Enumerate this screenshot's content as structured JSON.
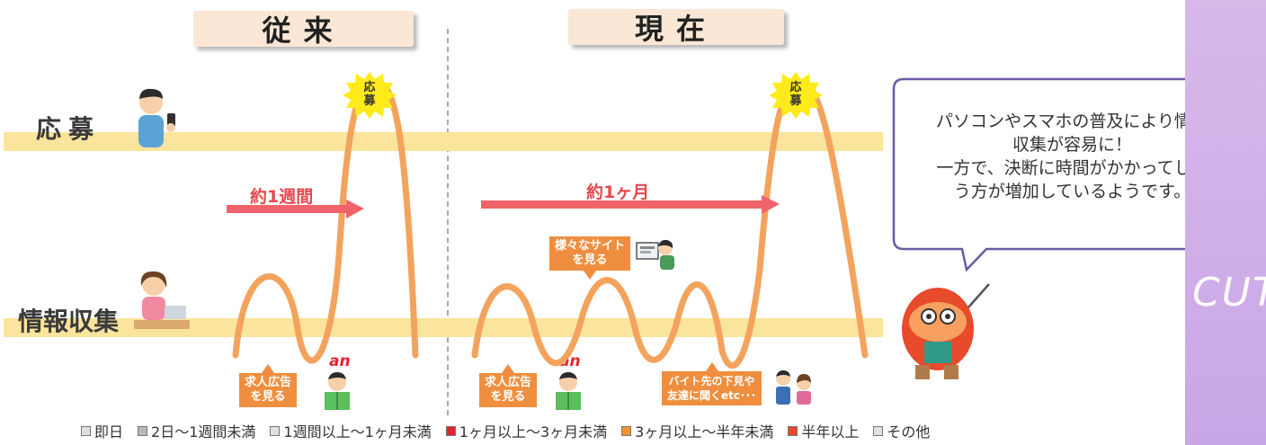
{
  "header": {
    "before": "従来",
    "now": "現在"
  },
  "rows": {
    "apply": "応募",
    "info": "情報収集"
  },
  "durations": {
    "before": "約1週間",
    "now": "約1ヶ月"
  },
  "stars": {
    "left": "応\n募",
    "right": "応\n募"
  },
  "callouts": {
    "ad1": "求人広告\nを見る",
    "ad2": "求人広告\nを見る",
    "sites": "様々なサイト\nを見る",
    "friends": "バイト先の下見や\n友達に聞くetc･･･"
  },
  "an_logo": "an",
  "speech": "パソコンやスマホの普及により情報\n収集が容易に！\n一方で、決断に時間がかかってしま\nう方が増加しているようです。",
  "legend": [
    {
      "label": "即日",
      "color": "#e0e0e0"
    },
    {
      "label": "2日〜1週間未満",
      "color": "#b8b8b8"
    },
    {
      "label": "1週間以上〜1ヶ月未満",
      "color": "#e0e0e0"
    },
    {
      "label": "1ヶ月以上〜3ヶ月未満",
      "color": "#e8212c"
    },
    {
      "label": "3ヶ月以上〜半年未満",
      "color": "#f29430"
    },
    {
      "label": "半年以上",
      "color": "#e8472c"
    },
    {
      "label": "その他",
      "color": "#e0e0e0"
    }
  ],
  "side_text": "CUT",
  "colors": {
    "wave": "#f3a35c",
    "arrow": "#f0636a",
    "band": "#fbe49c",
    "callout": "#ef8e3e"
  }
}
